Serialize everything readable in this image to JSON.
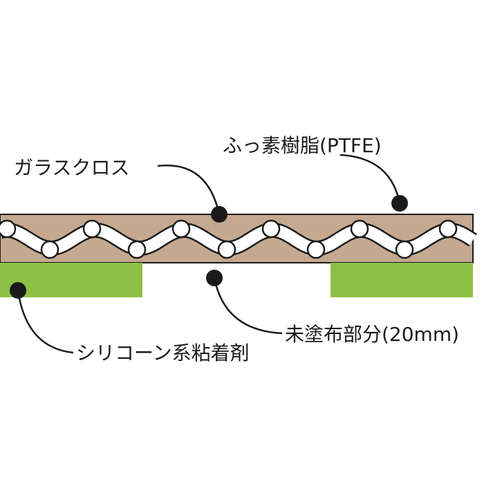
{
  "labels": {
    "ptfe": "ふっ素樹脂(PTFE)",
    "glass_cloth": "ガラスクロス",
    "uncoated": "未塗布部分(20mm)",
    "adhesive": "シリコーン系粘着剤"
  },
  "colors": {
    "ptfe_layer": "#c4a990",
    "adhesive": "#8dc046",
    "fiber": "#ffffff",
    "outline": "#1a1a1a"
  }
}
